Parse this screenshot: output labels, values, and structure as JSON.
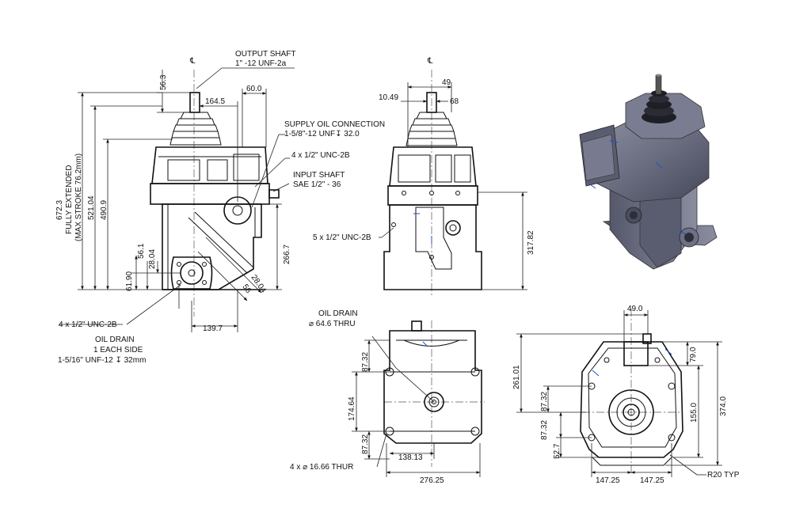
{
  "colors": {
    "line": "#111111",
    "accent": "#1c4fd1",
    "render_body": "#6b6e80"
  },
  "left_view": {
    "cl_symbol": "℄",
    "output_shaft_title": "OUTPUT SHAFT",
    "output_shaft_spec": "1\" -12 UNF-2a",
    "supply_oil_title": "SUPPLY OIL CONNECTION",
    "supply_oil_spec": "1-5/8\"-12 UNF↧ 32.0",
    "bolt_note": "4 x 1/2\" UNC-2B",
    "input_shaft_title": "INPUT SHAFT",
    "input_shaft_spec": "SAE 1/2\" - 36",
    "dim_top_shaft": "56.3",
    "dim_164": "164.5",
    "dim_60": "60.0",
    "dim_672_line1": "672.3",
    "dim_672_line2": "FULLY EXTENDED",
    "dim_672_line3": "(MAX STROKE 76.2mm)",
    "dim_521": "521.04",
    "dim_490": "490.9",
    "dim_266": "266.7",
    "dim_61": "61.90",
    "dim_56_1": "56.1",
    "dim_28_a": "28.04",
    "dim_28_b": "28.04",
    "dim_56_diag": "56",
    "dim_139": "139.7",
    "bottom_bolt_note": "4 x 1/2\" UNC-2B",
    "oil_drain_line1": "OIL DRAIN",
    "oil_drain_line2": "1 EACH SIDE",
    "oil_drain_line3": "1-5/16\" UNF-12 ↧ 32mm"
  },
  "front_view": {
    "cl_symbol": "℄",
    "dim_49": "49",
    "dim_10": "10.49",
    "dim_68": "68",
    "dim_317": "317.82",
    "bolt_note": "5 x 1/2\" UNC-2B"
  },
  "bottom_view": {
    "oil_drain_line1": "OIL DRAIN",
    "oil_drain_line2": "⌀ 64.6 THRU",
    "dim_87_a": "87.32",
    "dim_174": "174.64",
    "dim_87_b": "87.32",
    "dim_138": "138.13",
    "dim_276": "276.25",
    "hole_note": "4 x ⌀ 16.66 THUR"
  },
  "rear_view": {
    "dim_49": "49.0",
    "dim_261": "261.01",
    "dim_79": "79.0",
    "dim_155": "155.0",
    "dim_374": "374.0",
    "dim_87_a": "87.32",
    "dim_87_b": "87.32",
    "dim_52": "52.7",
    "dim_147_a": "147.25",
    "dim_147_b": "147.25",
    "radius_note": "R20  TYP"
  }
}
